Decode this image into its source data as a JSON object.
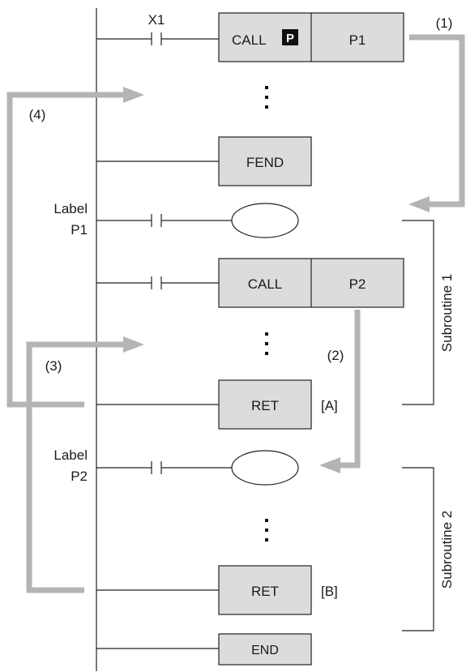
{
  "ladder": {
    "contact_x1": "X1",
    "call_label": "CALL",
    "pulse_badge": "P",
    "pointer_p1": "P1",
    "pointer_p2": "P2",
    "fend": "FEND",
    "ret": "RET",
    "end": "END",
    "label_word": "Label",
    "ret_tag_a": "[A]",
    "ret_tag_b": "[B]"
  },
  "flow_steps": [
    "(1)",
    "(2)",
    "(3)",
    "(4)"
  ],
  "subroutines": [
    "Subroutine 1",
    "Subroutine 2"
  ],
  "colors": {
    "box_fill": "#dcdcdc",
    "arrow": "#b4b4b4",
    "line": "#222222",
    "badge": "#111111"
  }
}
